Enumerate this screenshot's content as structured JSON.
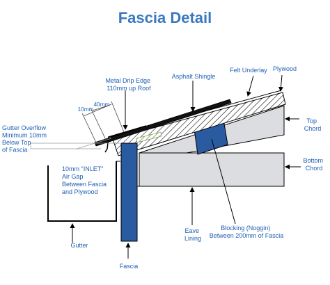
{
  "title": "Fascia Detail",
  "colors": {
    "accent": "#1f5fb4",
    "fascia_fill": "#2a5aa0",
    "blocking_fill": "#2a5aa0",
    "chord_fill": "#dcdde0",
    "hatch_fill": "#ffffff",
    "outline": "#000000",
    "inlet_stripe": "#8cc63f"
  },
  "labels": {
    "metal_drip_edge_line1": "Metal Drip Edge",
    "metal_drip_edge_line2": "110mm up Roof",
    "asphalt_shingle": "Asphalt Shingle",
    "felt_underlay": "Felt Underlay",
    "plywood": "Plywood",
    "dim_40mm": "40mm",
    "dim_10mm": "10mm",
    "gutter_overflow_line1": "Gutter Overflow",
    "gutter_overflow_line2": "Minimum 10mm",
    "gutter_overflow_line3": "Below Top",
    "gutter_overflow_line4": "of Fascia",
    "top_chord_line1": "Top",
    "top_chord_line2": "Chord",
    "bottom_chord_line1": "Bottom",
    "bottom_chord_line2": "Chord",
    "inlet_line1": "10mm \"INLET\"",
    "inlet_line2": "Air Gap",
    "inlet_line3": "Between Fascia",
    "inlet_line4": "and Plywood",
    "gutter": "Gutter",
    "fascia": "Fascia",
    "eave_lining_line1": "Eave",
    "eave_lining_line2": "Lining",
    "blocking_line1": "Blocking (Noggin)",
    "blocking_line2": "Between 200mm of Fascia"
  }
}
